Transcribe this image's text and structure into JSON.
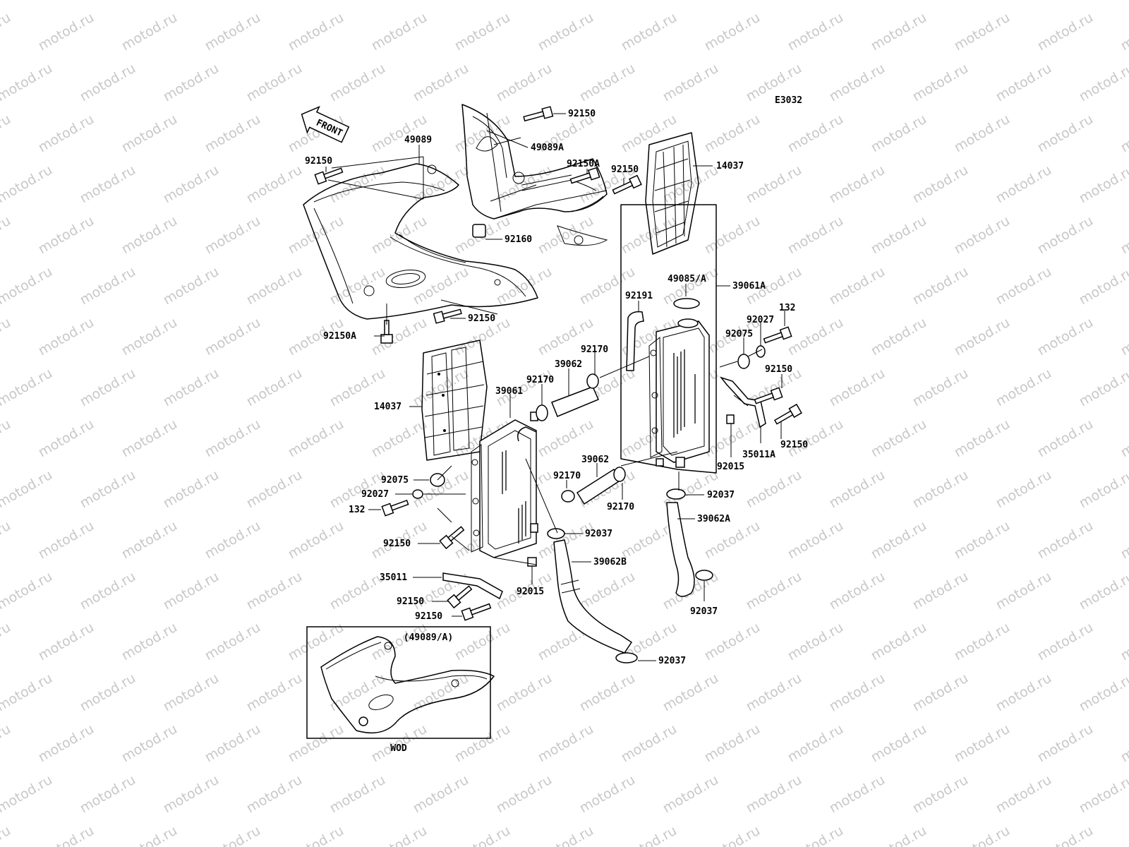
{
  "diagram_id": "E3032",
  "front_label": "FRONT",
  "inset": {
    "caption": "(49089/A)",
    "footer": "WOD"
  },
  "watermark": "motod.ru",
  "labels": {
    "p92150_top": "92150",
    "p49089A": "49089A",
    "p49089": "49089",
    "p92150_left": "92150",
    "p92150A_mid": "92150A",
    "p92150_mid": "92150",
    "p14037_top": "14037",
    "p92160": "92160",
    "p92150_shroud": "92150",
    "p92150A_low": "92150A",
    "p49085A": "49085/A",
    "p39061A": "39061A",
    "p92191": "92191",
    "p92027_r": "92027",
    "p132_r": "132",
    "p92075_r": "92075",
    "p92170_a": "92170",
    "p39062_a": "39062",
    "p92170_b": "92170",
    "p39061": "39061",
    "p92150_r1": "92150",
    "p14037_left": "14037",
    "p92150_r2": "92150",
    "p35011A": "35011A",
    "p92015_r": "92015",
    "p39062_b": "39062",
    "p92170_c": "92170",
    "p92170_d": "92170",
    "p92037_a": "92037",
    "p92075_l": "92075",
    "p92027_l": "92027",
    "p132_l": "132",
    "p39062A": "39062A",
    "p92150_l": "92150",
    "p92037_b": "92037",
    "p39062B": "39062B",
    "p35011": "35011",
    "p92015_l": "92015",
    "p92037_c": "92037",
    "p92150_b1": "92150",
    "p92150_b2": "92150",
    "p92037_d": "92037"
  }
}
